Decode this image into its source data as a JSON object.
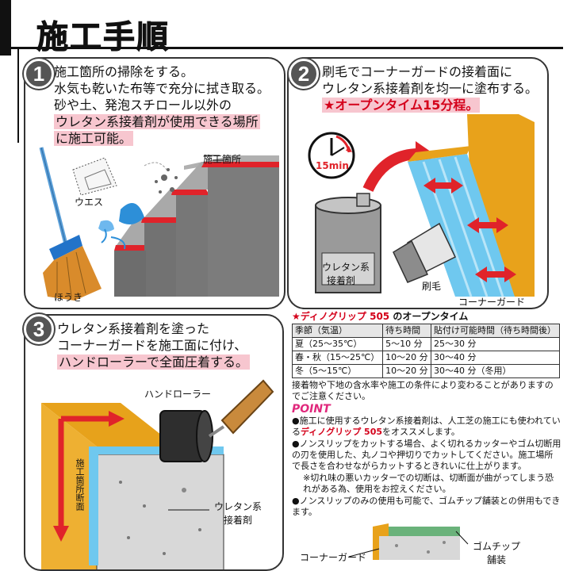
{
  "header": {
    "title": "施工手順"
  },
  "step1": {
    "num": "1",
    "line1": "施工箇所の掃除をする。",
    "line2": "水気も乾いた布等で充分に拭き取る。",
    "line3": "砂や土、発泡スチロール以外の",
    "line4": "ウレタン系接着剤が使用できる場所",
    "line5": "に施工可能。",
    "label_site": "施工箇所",
    "label_cloth": "ウエス",
    "label_broom": "ほうき"
  },
  "step2": {
    "num": "2",
    "line1": "刷毛でコーナーガードの接着面に",
    "line2": "ウレタン系接着剤を均一に塗布する。",
    "line3": "★オープンタイム15分程。",
    "clock_label": "15min",
    "can_label_1": "ウレタン系",
    "can_label_2": "接着剤",
    "label_brush": "刷毛",
    "label_guard": "コーナーガード"
  },
  "step3": {
    "num": "3",
    "line1": "ウレタン系接着剤を塗った",
    "line2": "コーナーガードを施工面に付け、",
    "line3": "ハンドローラーで全面圧着する。",
    "label_roller": "ハンドローラー",
    "label_side": "施工箇所断面",
    "label_adh_1": "ウレタン系",
    "label_adh_2": "接着剤"
  },
  "info": {
    "title_star": "★",
    "title_brand": "ディノグリップ 505",
    "title_rest": " のオープンタイム",
    "table": {
      "headers": [
        "季節（気温）",
        "待ち時間",
        "貼付け可能時間（待ち時間後）"
      ],
      "rows": [
        [
          "夏（25～35℃）",
          "5～10 分",
          "25～30 分"
        ],
        [
          "春・秋（15～25℃）",
          "10～20 分",
          "30～40 分"
        ],
        [
          "冬（5～15℃）",
          "10～20 分",
          "30～40 分（冬用）"
        ]
      ]
    },
    "note": "接着物や下地の含水率や施工の条件により変わることがありますのでご注意ください。",
    "point": "POINT",
    "b1_pre": "●施工に使用するウレタン系接着剤は、人工芝の施工にも使われている",
    "b1_brand": "ディノグリップ 505",
    "b1_post": "をオススメします。",
    "b2": "●ノンスリップをカットする場合、よく切れるカッターやゴム切断用の刃を使用した、丸ノコや押切りでカットしてください。施工場所で長さを合わせながらカットするときれいに仕上がります。",
    "b2_sub": "※切れ味の悪いカッターでの切断は、切断面が曲がってしまう恐れがある為、使用をお控えください。",
    "b3": "●ノンスリップのみの使用も可能で、ゴムチップ舗装との併用もできます。",
    "label_guard": "コーナーガード",
    "label_rubber_1": "ゴムチップ",
    "label_rubber_2": "舗装"
  }
}
